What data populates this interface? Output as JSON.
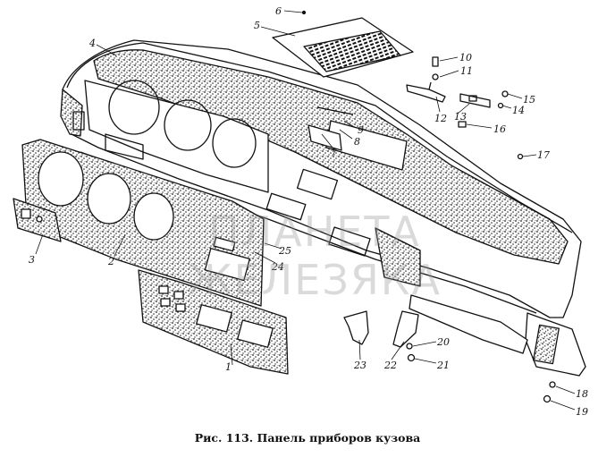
{
  "caption": {
    "prefix": "Рис.",
    "number": "113.",
    "title": "Панель приборов кузова"
  },
  "watermark": "ПЛАНЕТА ЖЕЛЕЗЯКА",
  "callouts": [
    "1",
    "2",
    "3",
    "4",
    "5",
    "6",
    "7",
    "8",
    "9",
    "10",
    "11",
    "12",
    "13",
    "14",
    "15",
    "16",
    "17",
    "18",
    "19",
    "20",
    "21",
    "22",
    "23",
    "24",
    "25"
  ],
  "colors": {
    "line": "#111111",
    "paper": "#ffffff",
    "watermark": "#969696"
  }
}
